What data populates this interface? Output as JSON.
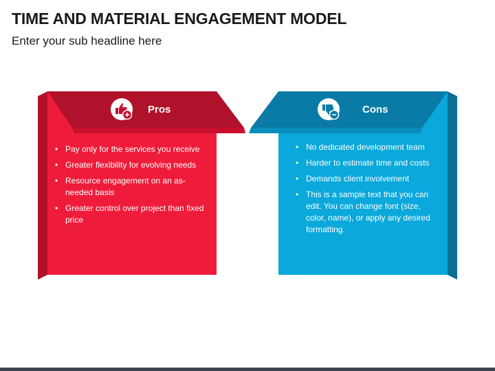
{
  "header": {
    "title": "TIME AND MATERIAL ENGAGEMENT MODEL",
    "subtitle": "Enter your sub headline here"
  },
  "pros": {
    "heading": "Pros",
    "icon": "thumbs-up-plus-icon",
    "color": "#EE1C3A",
    "items": [
      "Pay only for the services you receive",
      "Greater flexibility for evolving needs",
      "Resource engagement on an as-needed basis",
      "Greater control over project than fixed price"
    ]
  },
  "cons": {
    "heading": "Cons",
    "icon": "thumbs-down-minus-icon",
    "color": "#0AA8DB",
    "items": [
      "No dedicated development team",
      "Harder to estimate time and costs",
      "Demands client involvement",
      "This is a sample text that you can edit. You can change font (size, color, name), or apply any desired formatting."
    ]
  }
}
